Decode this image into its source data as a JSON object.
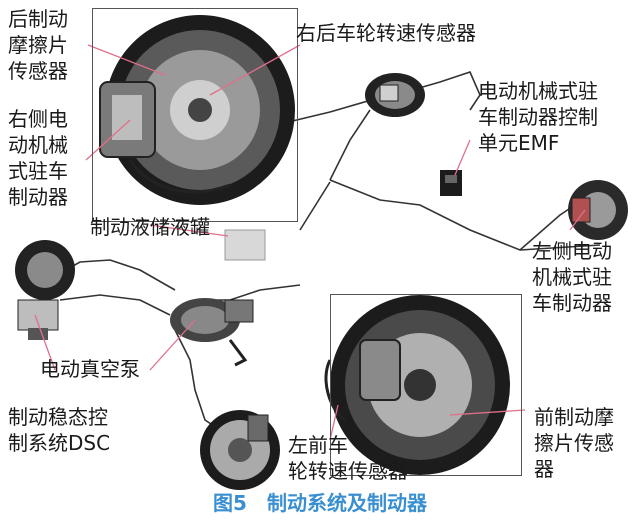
{
  "labels": {
    "rear_pad_sensor": "后制动\n摩擦片\n传感器",
    "rear_wheel_sensor": "右后车轮转速传感器",
    "right_epb": "右侧电\n动机械\n式驻车\n制动器",
    "emf": "电动机械式驻\n车制动器控制\n单元EMF",
    "left_epb": "左侧电动\n机械式驻\n车制动器",
    "brake_fluid": "制动液储液罐",
    "vacuum_pump": "电动真空泵",
    "dsc": "制动稳态控\n制系统DSC",
    "front_wheel_sensor": "左前车\n轮转速传感器",
    "front_pad_sensor": "前制动摩\n擦片传感\n器"
  },
  "caption": {
    "figure": "图5",
    "title": "制动系统及制动器"
  },
  "colors": {
    "caption": "#3a8fd0",
    "leader": "#e0708a",
    "line": "#333333"
  }
}
